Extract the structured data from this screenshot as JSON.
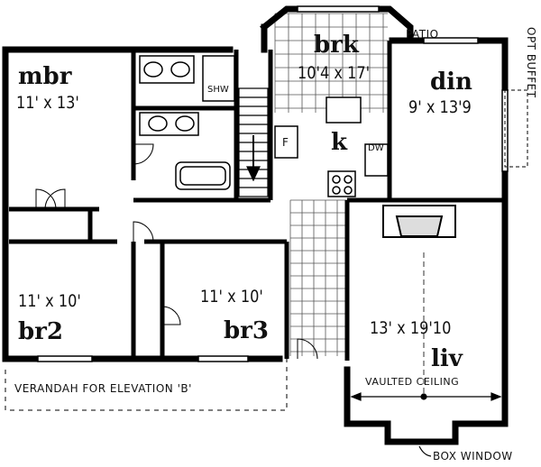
{
  "rooms": {
    "mbr": {
      "name": "mbr",
      "dim": "11' x 13'"
    },
    "brk": {
      "name": "brk",
      "dim": "10'4 x 17'"
    },
    "din": {
      "name": "din",
      "dim": "9' x 13'9"
    },
    "k": {
      "name": "k"
    },
    "br2": {
      "name": "br2",
      "dim": "11' x 10'"
    },
    "br3": {
      "name": "br3",
      "dim": "11' x 10'"
    },
    "liv": {
      "name": "liv",
      "dim": "13' x 19'10"
    }
  },
  "fixtures": {
    "shower": "SHW",
    "fridge": "F",
    "dishwasher": "DW"
  },
  "notes": {
    "patio": "PATIO",
    "buffet": "OPT BUFFET",
    "verandah": "VERANDAH  FOR ELEVATION 'B'",
    "vaulted": "VAULTED CEILING",
    "box_window": "BOX WINDOW"
  }
}
